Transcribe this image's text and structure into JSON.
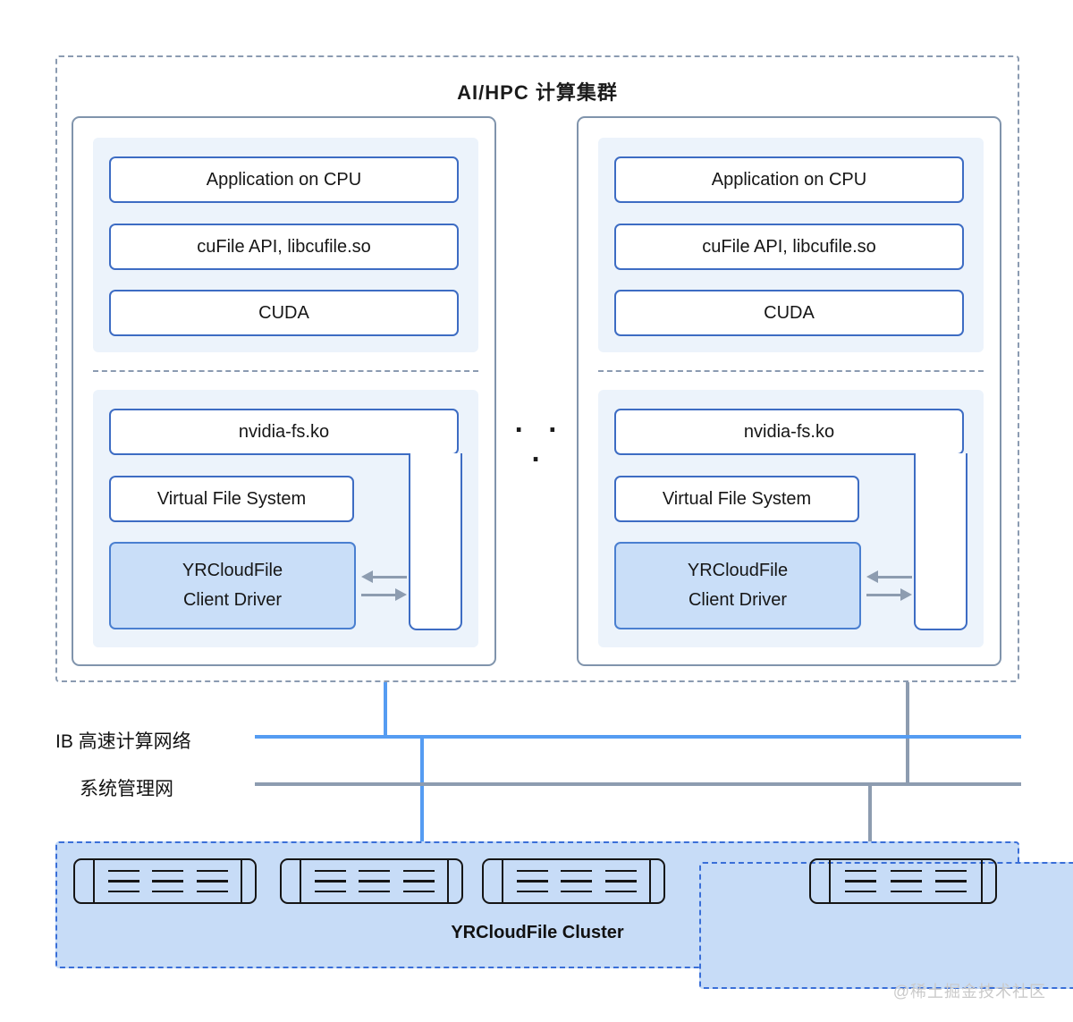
{
  "diagram": {
    "title": "AI/HPC 计算集群",
    "nodes": [
      {
        "app_box": "Application on CPU",
        "cufile_box": "cuFile API, libcufile.so",
        "cuda_box": "CUDA",
        "nvidia_box": "nvidia-fs.ko",
        "vfs_box": "Virtual File System",
        "driver_box": "YRCloudFile\nClient Driver"
      },
      {
        "app_box": "Application on CPU",
        "cufile_box": "cuFile API, libcufile.so",
        "cuda_box": "CUDA",
        "nvidia_box": "nvidia-fs.ko",
        "vfs_box": "Virtual File System",
        "driver_box": "YRCloudFile\nClient Driver"
      }
    ],
    "nodes_ellipsis": "· · ·",
    "networks": {
      "ib_label": "IB 高速计算网络",
      "mgmt_label": "系统管理网",
      "ib_color": "#559cf2",
      "mgmt_color": "#8d9cb0"
    },
    "storage_cluster": {
      "label": "YRCloudFile Cluster",
      "servers_ellipsis": "· · ·",
      "server_count": 4
    },
    "watermark": "@稀土掘金技术社区",
    "colors": {
      "box_border_blue": "#3d6cc3",
      "driver_fill": "#c9def8",
      "panel_fill": "#ecf3fb",
      "frame_gray": "#8b9bb1",
      "cluster_fill": "#c7dcf7",
      "cluster_border": "#3a6fd8"
    }
  }
}
